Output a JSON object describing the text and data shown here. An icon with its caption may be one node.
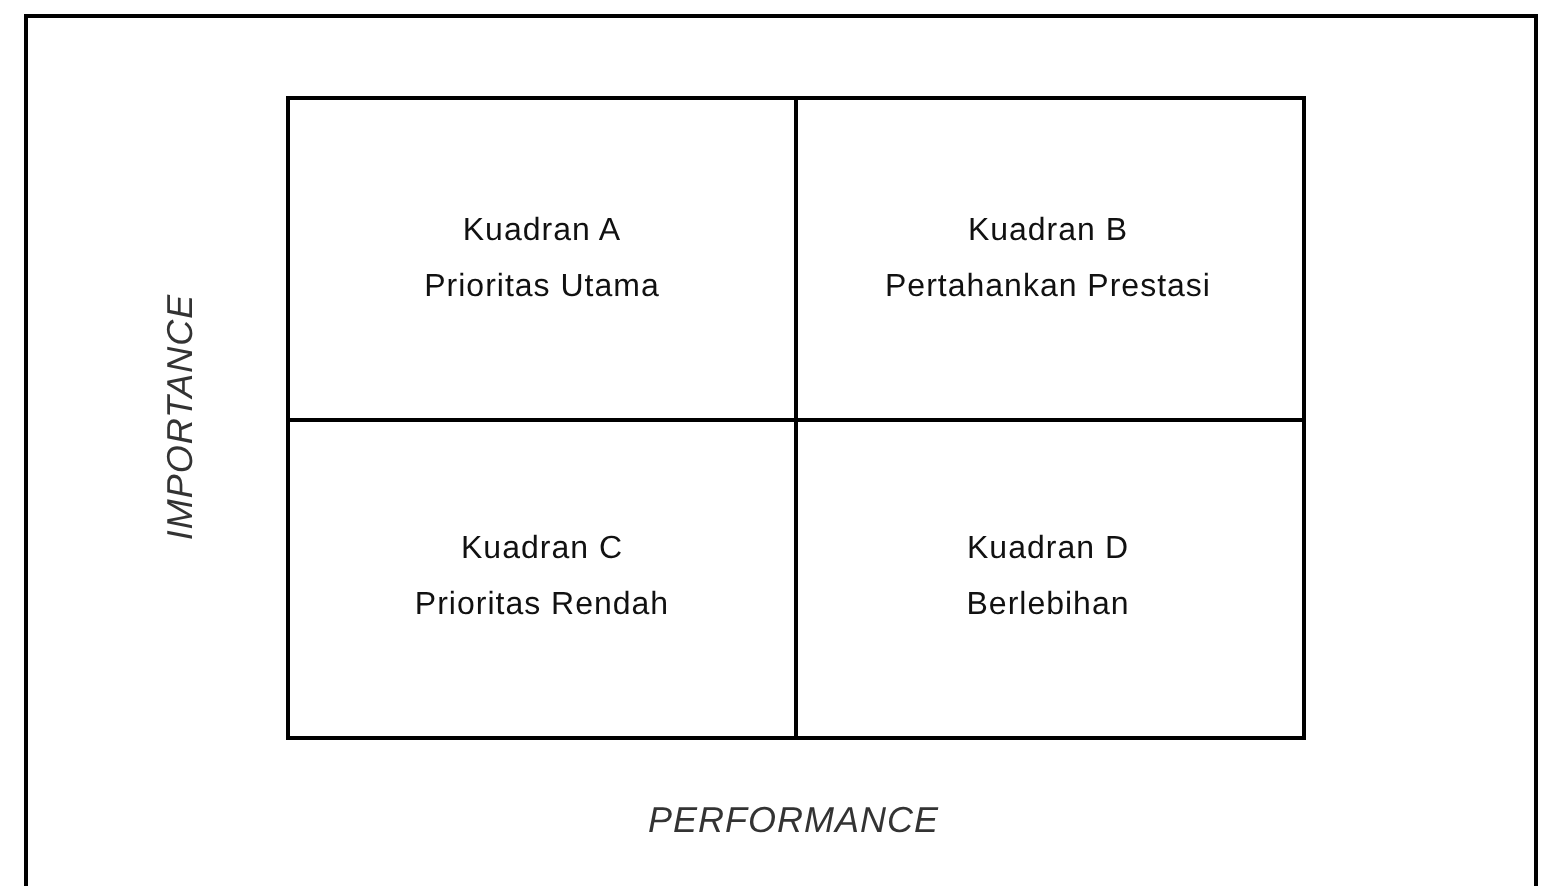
{
  "diagram": {
    "nodes": [
      {
        "text": [
          "Kuadran A",
          "Prioritas Utama"
        ]
      },
      {
        "text": [
          "Kuadran B",
          "Pertahankan Prestasi"
        ]
      },
      {
        "text": [
          "Kuadran C",
          "Prioritas Rendah"
        ]
      },
      {
        "text": [
          "Kuadran D",
          "Berlebihan"
        ]
      }
    ],
    "labels": [
      "IMPORTANCE",
      "PERFORMANCE"
    ]
  }
}
